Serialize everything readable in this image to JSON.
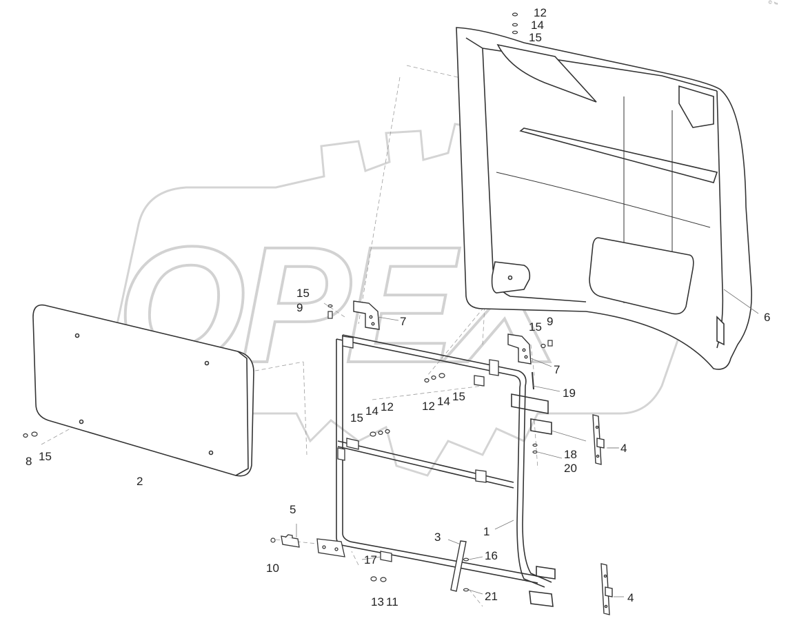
{
  "watermark": {
    "text": "OPEX"
  },
  "corner_mark": {
    "text": "© ™"
  },
  "callouts": [
    {
      "id": "c12a",
      "text": "12"
    },
    {
      "id": "c14a",
      "text": "14"
    },
    {
      "id": "c15a",
      "text": "15"
    },
    {
      "id": "c6",
      "text": "6"
    },
    {
      "id": "c15b",
      "text": "15"
    },
    {
      "id": "c9a",
      "text": "9"
    },
    {
      "id": "c7a",
      "text": "7"
    },
    {
      "id": "c15c",
      "text": "15"
    },
    {
      "id": "c9b",
      "text": "9"
    },
    {
      "id": "c7b",
      "text": "7"
    },
    {
      "id": "c19",
      "text": "19"
    },
    {
      "id": "c12b",
      "text": "12"
    },
    {
      "id": "c14b",
      "text": "14"
    },
    {
      "id": "c15d",
      "text": "15"
    },
    {
      "id": "c15e",
      "text": "15"
    },
    {
      "id": "c14c",
      "text": "14"
    },
    {
      "id": "c12c",
      "text": "12"
    },
    {
      "id": "c8",
      "text": "8"
    },
    {
      "id": "c15f",
      "text": "15"
    },
    {
      "id": "c2",
      "text": "2"
    },
    {
      "id": "c4a",
      "text": "4"
    },
    {
      "id": "c18",
      "text": "18"
    },
    {
      "id": "c20",
      "text": "20"
    },
    {
      "id": "c5",
      "text": "5"
    },
    {
      "id": "c10",
      "text": "10"
    },
    {
      "id": "c3",
      "text": "3"
    },
    {
      "id": "c1",
      "text": "1"
    },
    {
      "id": "c16",
      "text": "16"
    },
    {
      "id": "c17",
      "text": "17"
    },
    {
      "id": "c13",
      "text": "13"
    },
    {
      "id": "c11",
      "text": "11"
    },
    {
      "id": "c21",
      "text": "21"
    },
    {
      "id": "c4b",
      "text": "4"
    }
  ]
}
